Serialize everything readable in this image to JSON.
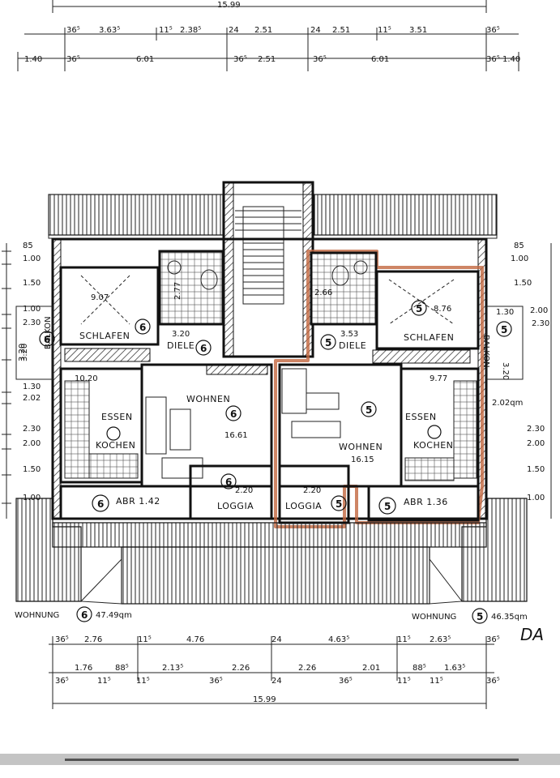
{
  "dimensions": {
    "top_total": "15.99",
    "top_row1": [
      "36⁵",
      "3.63⁵",
      "11⁵",
      "2.38⁵",
      "24",
      "2.51",
      "24",
      "2.51",
      "11⁵",
      "3.51",
      "36⁵"
    ],
    "top_row2": [
      "1.40",
      "36⁵",
      "6.01",
      "2.51",
      "36⁵",
      "36⁵",
      "6.01",
      "36⁵",
      "1.40"
    ],
    "left_heights": [
      "85",
      "1.00",
      "1.50",
      "1.00",
      "2.30",
      "3.20",
      "1.30",
      "2.02",
      "2.30",
      "2.00",
      "1.50",
      "1.00"
    ],
    "right_heights": [
      "85",
      "1.00",
      "1.50",
      "1.30",
      "2.00",
      "2.30",
      "2.02qm",
      "2.30",
      "2.00",
      "1.50",
      "1.00"
    ],
    "bottom_row1": [
      "36⁵",
      "2.76",
      "11⁵",
      "4.76",
      "24",
      "4.63⁵",
      "11⁵",
      "2.63⁵",
      "36⁵"
    ],
    "bottom_row2": [
      "36⁵",
      "1.76",
      "11⁵",
      "88⁵",
      "11⁵",
      "2.13⁵",
      "36⁵",
      "2.26",
      "24",
      "2.26",
      "36⁵",
      "2.01",
      "11⁵",
      "88⁵",
      "11⁵",
      "1.63⁵",
      "36⁵"
    ],
    "bottom_total": "15.99"
  },
  "left_unit": {
    "number": "6",
    "schlafen": {
      "label": "SCHLAFEN",
      "area": "9.07"
    },
    "bath": {
      "area": "2.77"
    },
    "diele": {
      "label": "DIELE",
      "area": "3.20"
    },
    "wohnen": {
      "label": "WOHNEN",
      "area": "16.61"
    },
    "essen": {
      "label": "ESSEN",
      "area": "10.20"
    },
    "kochen": {
      "label": "KOCHEN"
    },
    "loggia": {
      "label": "LOGGIA",
      "area": "2.20"
    },
    "abr": {
      "label": "ABR 1.42"
    },
    "balkon": {
      "label": "BALKON",
      "dim": "3.20"
    },
    "caption_prefix": "WOHNUNG",
    "caption_area": "47.49qm"
  },
  "right_unit": {
    "number": "5",
    "schlafen": {
      "label": "SCHLAFEN",
      "area": "8.76"
    },
    "bath": {
      "area": "2.66"
    },
    "diele": {
      "label": "DIELE",
      "area": "3.53"
    },
    "wohnen": {
      "label": "WOHNEN",
      "area": "16.15"
    },
    "essen": {
      "label": "ESSEN",
      "area": "9.77"
    },
    "kochen": {
      "label": "KOCHEN"
    },
    "loggia": {
      "label": "LOGGIA",
      "area": "2.20"
    },
    "abr": {
      "label": "ABR 1.36"
    },
    "balkon": {
      "label": "BALKON",
      "dim": "3.20"
    },
    "caption_prefix": "WOHNUNG",
    "caption_area": "46.35qm"
  },
  "cut_label": "DA",
  "colors": {
    "highlight": "#c2663f",
    "ink": "#111111"
  }
}
